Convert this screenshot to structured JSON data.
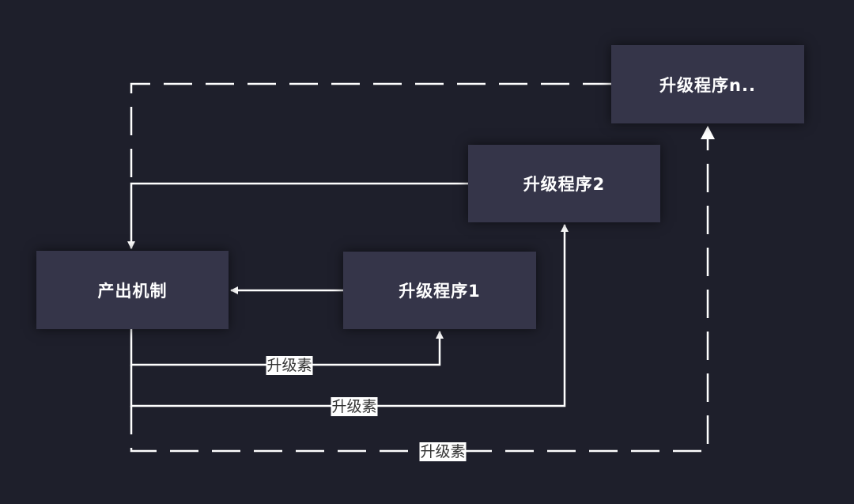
{
  "diagram": {
    "type": "flowchart",
    "colors": {
      "background": "#1e1f2b",
      "node_fill": "#353549",
      "node_text": "#ffffff",
      "edge": "#ffffff",
      "label_bg": "#ffffff",
      "label_text": "#333333"
    },
    "nodes": [
      {
        "id": "output",
        "label": "产出机制"
      },
      {
        "id": "upg1",
        "label": "升级程序1"
      },
      {
        "id": "upg2",
        "label": "升级程序2"
      },
      {
        "id": "upgn",
        "label": "升级程序n.."
      }
    ],
    "edges": [
      {
        "from": "upg1",
        "to": "output",
        "style": "solid",
        "label": ""
      },
      {
        "from": "upg2",
        "to": "output",
        "style": "solid",
        "label": ""
      },
      {
        "from": "upgn",
        "to": "output",
        "style": "dashed",
        "label": ""
      },
      {
        "from": "output",
        "to": "upg1",
        "style": "solid",
        "label": "升级素"
      },
      {
        "from": "output",
        "to": "upg2",
        "style": "solid",
        "label": "升级素"
      },
      {
        "from": "output",
        "to": "upgn",
        "style": "dashed",
        "label": "升级素"
      }
    ]
  }
}
